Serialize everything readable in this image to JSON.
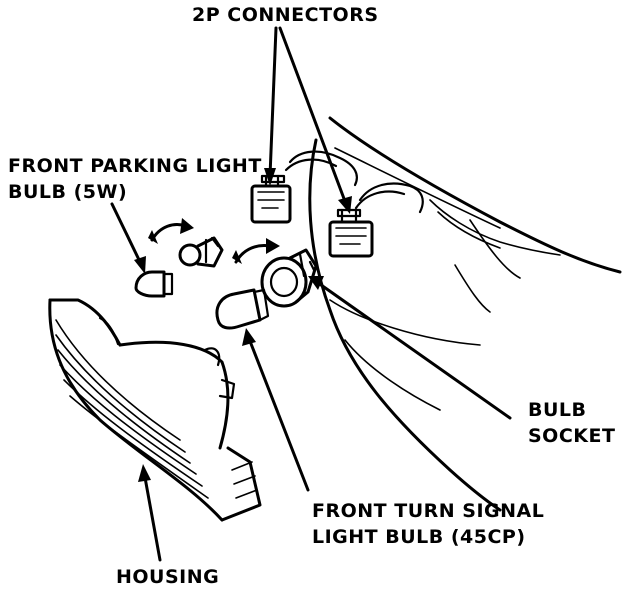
{
  "labels": {
    "connectors": "2P CONNECTORS",
    "parking_line1": "FRONT PARKING LIGHT",
    "parking_line2": "BULB (5W)",
    "socket_line1": "BULB",
    "socket_line2": "SOCKET",
    "turn_line1": "FRONT TURN SIGNAL",
    "turn_line2": "LIGHT BULB (45CP)",
    "housing": "HOUSING"
  },
  "colors": {
    "ink": "#000000",
    "paper": "#ffffff"
  }
}
